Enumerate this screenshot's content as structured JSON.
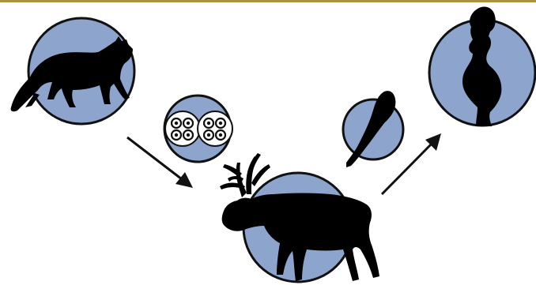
{
  "colors": {
    "circle_fill": "#8da4cc",
    "outline": "#111111",
    "silhouette": "#000000",
    "top_rule": "#a8923f",
    "egg_fill": "#ffffff"
  },
  "nodes": [
    {
      "name": "lynx-host",
      "icon": "lynx-silhouette-icon"
    },
    {
      "name": "parasite-eggs",
      "icon": "egg-pair-icon"
    },
    {
      "name": "reindeer-host",
      "icon": "reindeer-silhouette-icon"
    },
    {
      "name": "larva",
      "icon": "larva-icon"
    },
    {
      "name": "pregnant-human-host",
      "icon": "pregnant-woman-silhouette-icon"
    }
  ],
  "arrows": [
    {
      "from": "lynx-host",
      "to": "reindeer-host"
    },
    {
      "from": "reindeer-host",
      "to": "pregnant-human-host"
    }
  ]
}
